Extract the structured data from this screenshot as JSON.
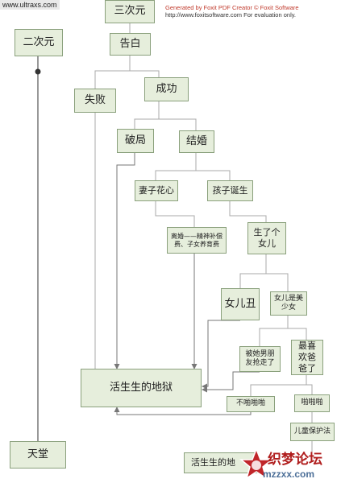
{
  "watermarks": {
    "site": "www.ultraxs.com",
    "foxit_line1": "Generated by Foxit PDF Creator © Foxit Software",
    "foxit_line2": "http://www.foxitsoftware.com   For evaluation only.",
    "logo_cn": "织梦论坛",
    "logo_en": "mzzxx.com"
  },
  "nodes": {
    "sanciyuan": "三次元",
    "erciyuan": "二次元",
    "gaobai": "告白",
    "shibai": "失败",
    "chenggong": "成功",
    "poju": "破局",
    "jiehun": "结婚",
    "qizi_huaxin": "妻子花心",
    "haizi_dansheng": "孩子诞生",
    "lihun": "离婚——精神补偿费、子女养育费",
    "sheng_nver": "生了个女儿",
    "nver_chou": "女儿丑",
    "nver_mei": "女儿是美少女",
    "bei_qiangzou": "被她男朋友抢走了",
    "zui_xihuan": "最喜欢爸爸了",
    "huosheng_diyu": "活生生的地狱",
    "bu_papapa": "不啪啪啪",
    "papapa": "啪啪啪",
    "ertong_baohufa": "儿童保护法",
    "huosheng_diyu_bottom": "活生生的地",
    "tiantang": "天堂"
  },
  "colors": {
    "box_fill": "#e6eedc",
    "box_border": "#8aa07c",
    "line": "#a8a8a8",
    "arrow": "#777777"
  }
}
